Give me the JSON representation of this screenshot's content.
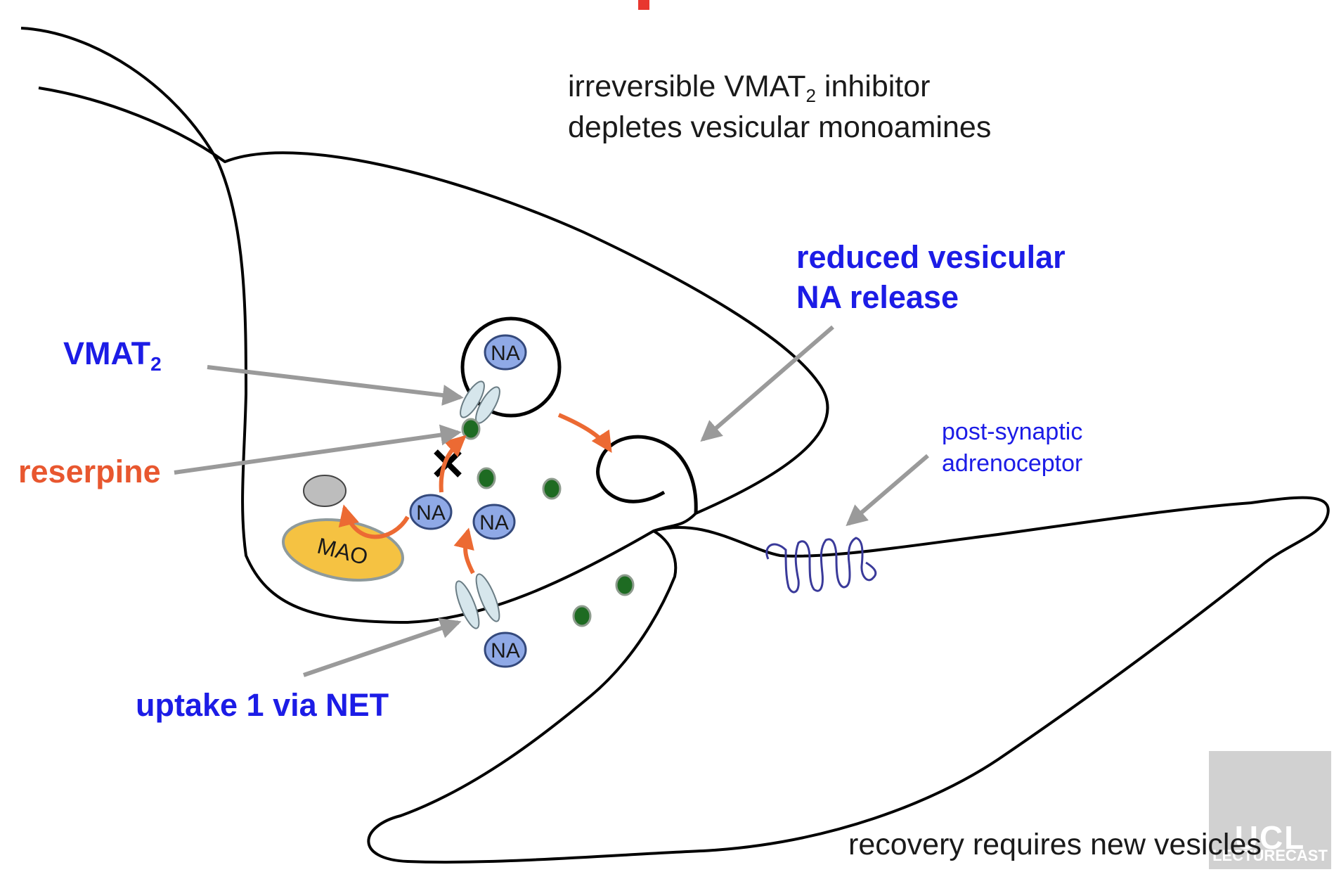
{
  "info": {
    "line1_prefix": "irreversible VMAT",
    "line1_sub": "2",
    "line1_suffix": " inhibitor",
    "line2": "depletes vesicular monoamines"
  },
  "labels": {
    "vmat_base": "VMAT",
    "vmat_sub": "2",
    "reserpine": "reserpine",
    "uptake": "uptake 1 via NET",
    "reduced_line1": "reduced vesicular",
    "reduced_line2": "NA release",
    "postsyn_line1": "post-synaptic",
    "postsyn_line2": "adrenoceptor",
    "recovery": "recovery requires new vesicles",
    "na": "NA",
    "mao": "MAO"
  },
  "watermark": {
    "logo": "UCL",
    "text": "LECTURECAST"
  },
  "colors": {
    "blue_label": "#1c1ce6",
    "orange_label": "#e8572f",
    "orange_arrow": "#ec6a33",
    "gray_arrow": "#9a9a9a",
    "na_fill": "#8fa9e6",
    "mao_fill": "#f5c242",
    "drug_dot": "#1e6b22",
    "receptor": "#3a3a9a"
  }
}
